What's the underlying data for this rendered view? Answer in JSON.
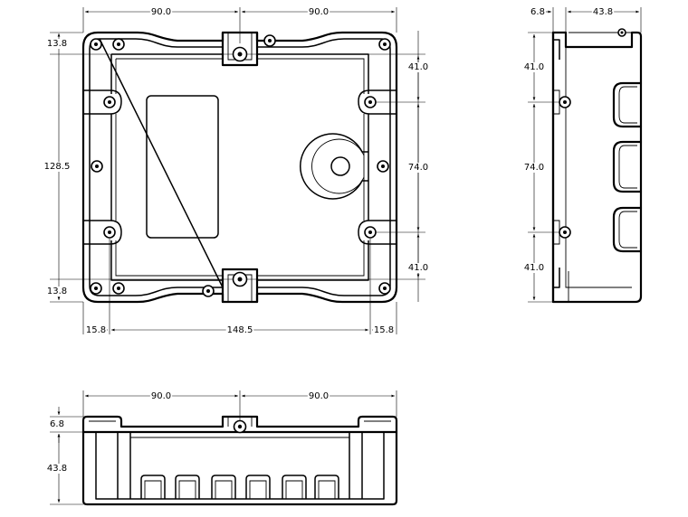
{
  "top_view": {
    "dims": {
      "top_left": "90.0",
      "top_right": "90.0",
      "left_top": "13.8",
      "left_total": "128.5",
      "left_bottom": "13.8",
      "right_top": "41.0",
      "right_mid": "74.0",
      "right_bottom": "41.0",
      "bottom_left": "15.8",
      "bottom_mid": "148.5",
      "bottom_right": "15.8"
    }
  },
  "side_view": {
    "dims": {
      "top_small": "6.8",
      "top_depth": "43.8",
      "left_top": "41.0",
      "left_mid": "74.0",
      "left_bottom": "41.0"
    }
  },
  "front_view": {
    "dims": {
      "top_left": "90.0",
      "top_right": "90.0",
      "left_small": "6.8",
      "left_depth": "43.8"
    }
  }
}
